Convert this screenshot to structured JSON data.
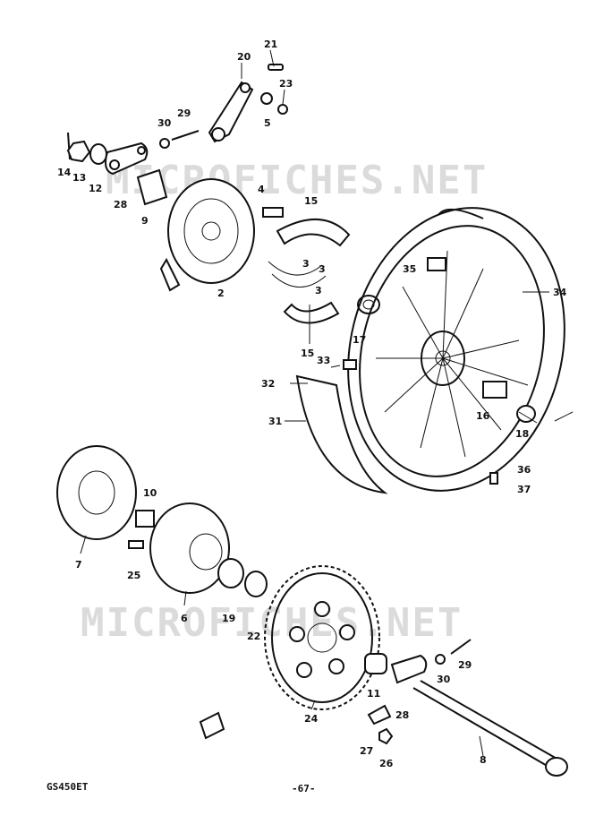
{
  "watermark": "MICROFICHES.NET",
  "model_code": "GS450ET",
  "page_number": "-67-",
  "part_labels": [
    "21",
    "20",
    "23",
    "5",
    "30",
    "29",
    "14",
    "13",
    "12",
    "28",
    "9",
    "4",
    "15",
    "2",
    "3",
    "3",
    "3",
    "35",
    "34",
    "15",
    "17",
    "33",
    "32",
    "31",
    "16",
    "18",
    "36",
    "37",
    "10",
    "7",
    "25",
    "6",
    "19",
    "22",
    "11",
    "30",
    "29",
    "28",
    "24",
    "27",
    "26",
    "8"
  ]
}
